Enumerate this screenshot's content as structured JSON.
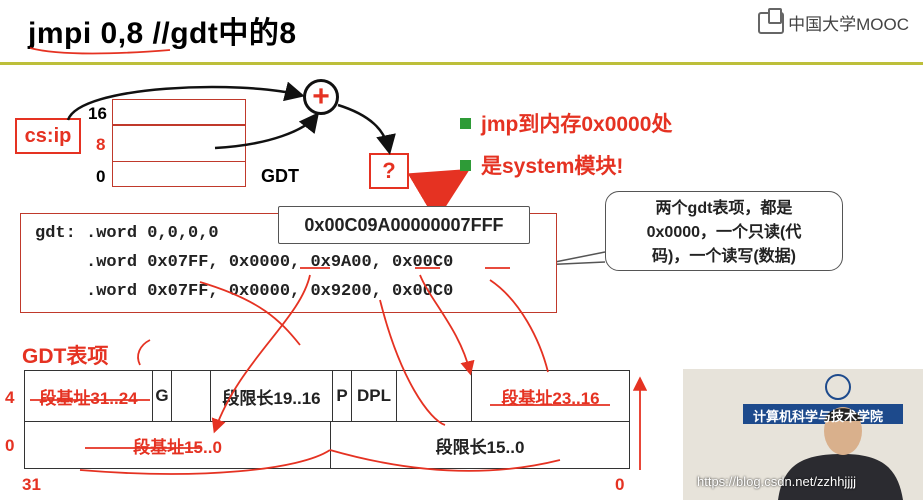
{
  "header": {
    "title": "jmpi 0,8  //gdt中的8",
    "logo_text": "中国大学MOOC"
  },
  "registers": {
    "cs_ip_label": "cs:ip",
    "offset_16": "16",
    "offset_8": "8",
    "offset_0": "0",
    "gdt_label": "GDT",
    "plus_symbol": "+",
    "question_symbol": "?"
  },
  "bullets": [
    {
      "text": "jmp到内存0x0000处"
    },
    {
      "text": "是system模块!"
    }
  ],
  "code": {
    "lines": [
      "gdt: .word 0,0,0,0",
      "     .word 0x07FF, 0x0000, 0x9A00, 0x00C0",
      "     .word 0x07FF, 0x0000, 0x9200, 0x00C0"
    ]
  },
  "hex_box": "0x00C09A00000007FFF",
  "callout": {
    "line1": "两个gdt表项，都是",
    "line2": "0x0000，一个只读(代",
    "line3": "码)，一个读写(数据)"
  },
  "gdt_entry": {
    "title": "GDT表项",
    "row_label_top": "4",
    "row_label_bottom": "0",
    "bit_left": "31",
    "bit_right": "0",
    "base_31_24": "段基址31..24",
    "g": "G",
    "limit_19_16": "段限长19..16",
    "p": "P",
    "dpl": "DPL",
    "base_23_16": "段基址23..16",
    "base_15_0": "段基址15..0",
    "limit_15_0": "段限长15..0"
  },
  "video": {
    "banner": "计算机科学与技术学院",
    "watermark": "https://blog.csdn.net/zzhhjjjj"
  },
  "colors": {
    "accent_red": "#e53222",
    "bullet_green": "#2e9b37",
    "title_rule": "#bdbf3a"
  }
}
